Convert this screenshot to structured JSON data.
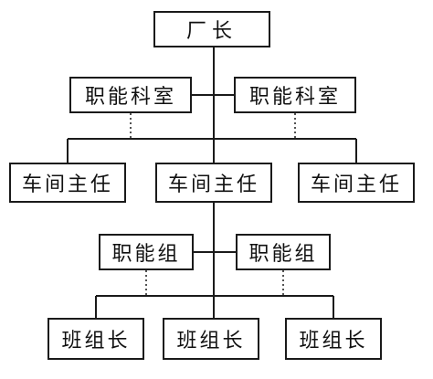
{
  "diagram": {
    "factory_director": "厂长",
    "functional_office_left": "职能科室",
    "functional_office_right": "职能科室",
    "workshop_director_left": "车间主任",
    "workshop_director_center": "车间主任",
    "workshop_director_right": "车间主任",
    "functional_group_left": "职能组",
    "functional_group_right": "职能组",
    "team_leader_left": "班组长",
    "team_leader_center": "班组长",
    "team_leader_right": "班组长"
  }
}
